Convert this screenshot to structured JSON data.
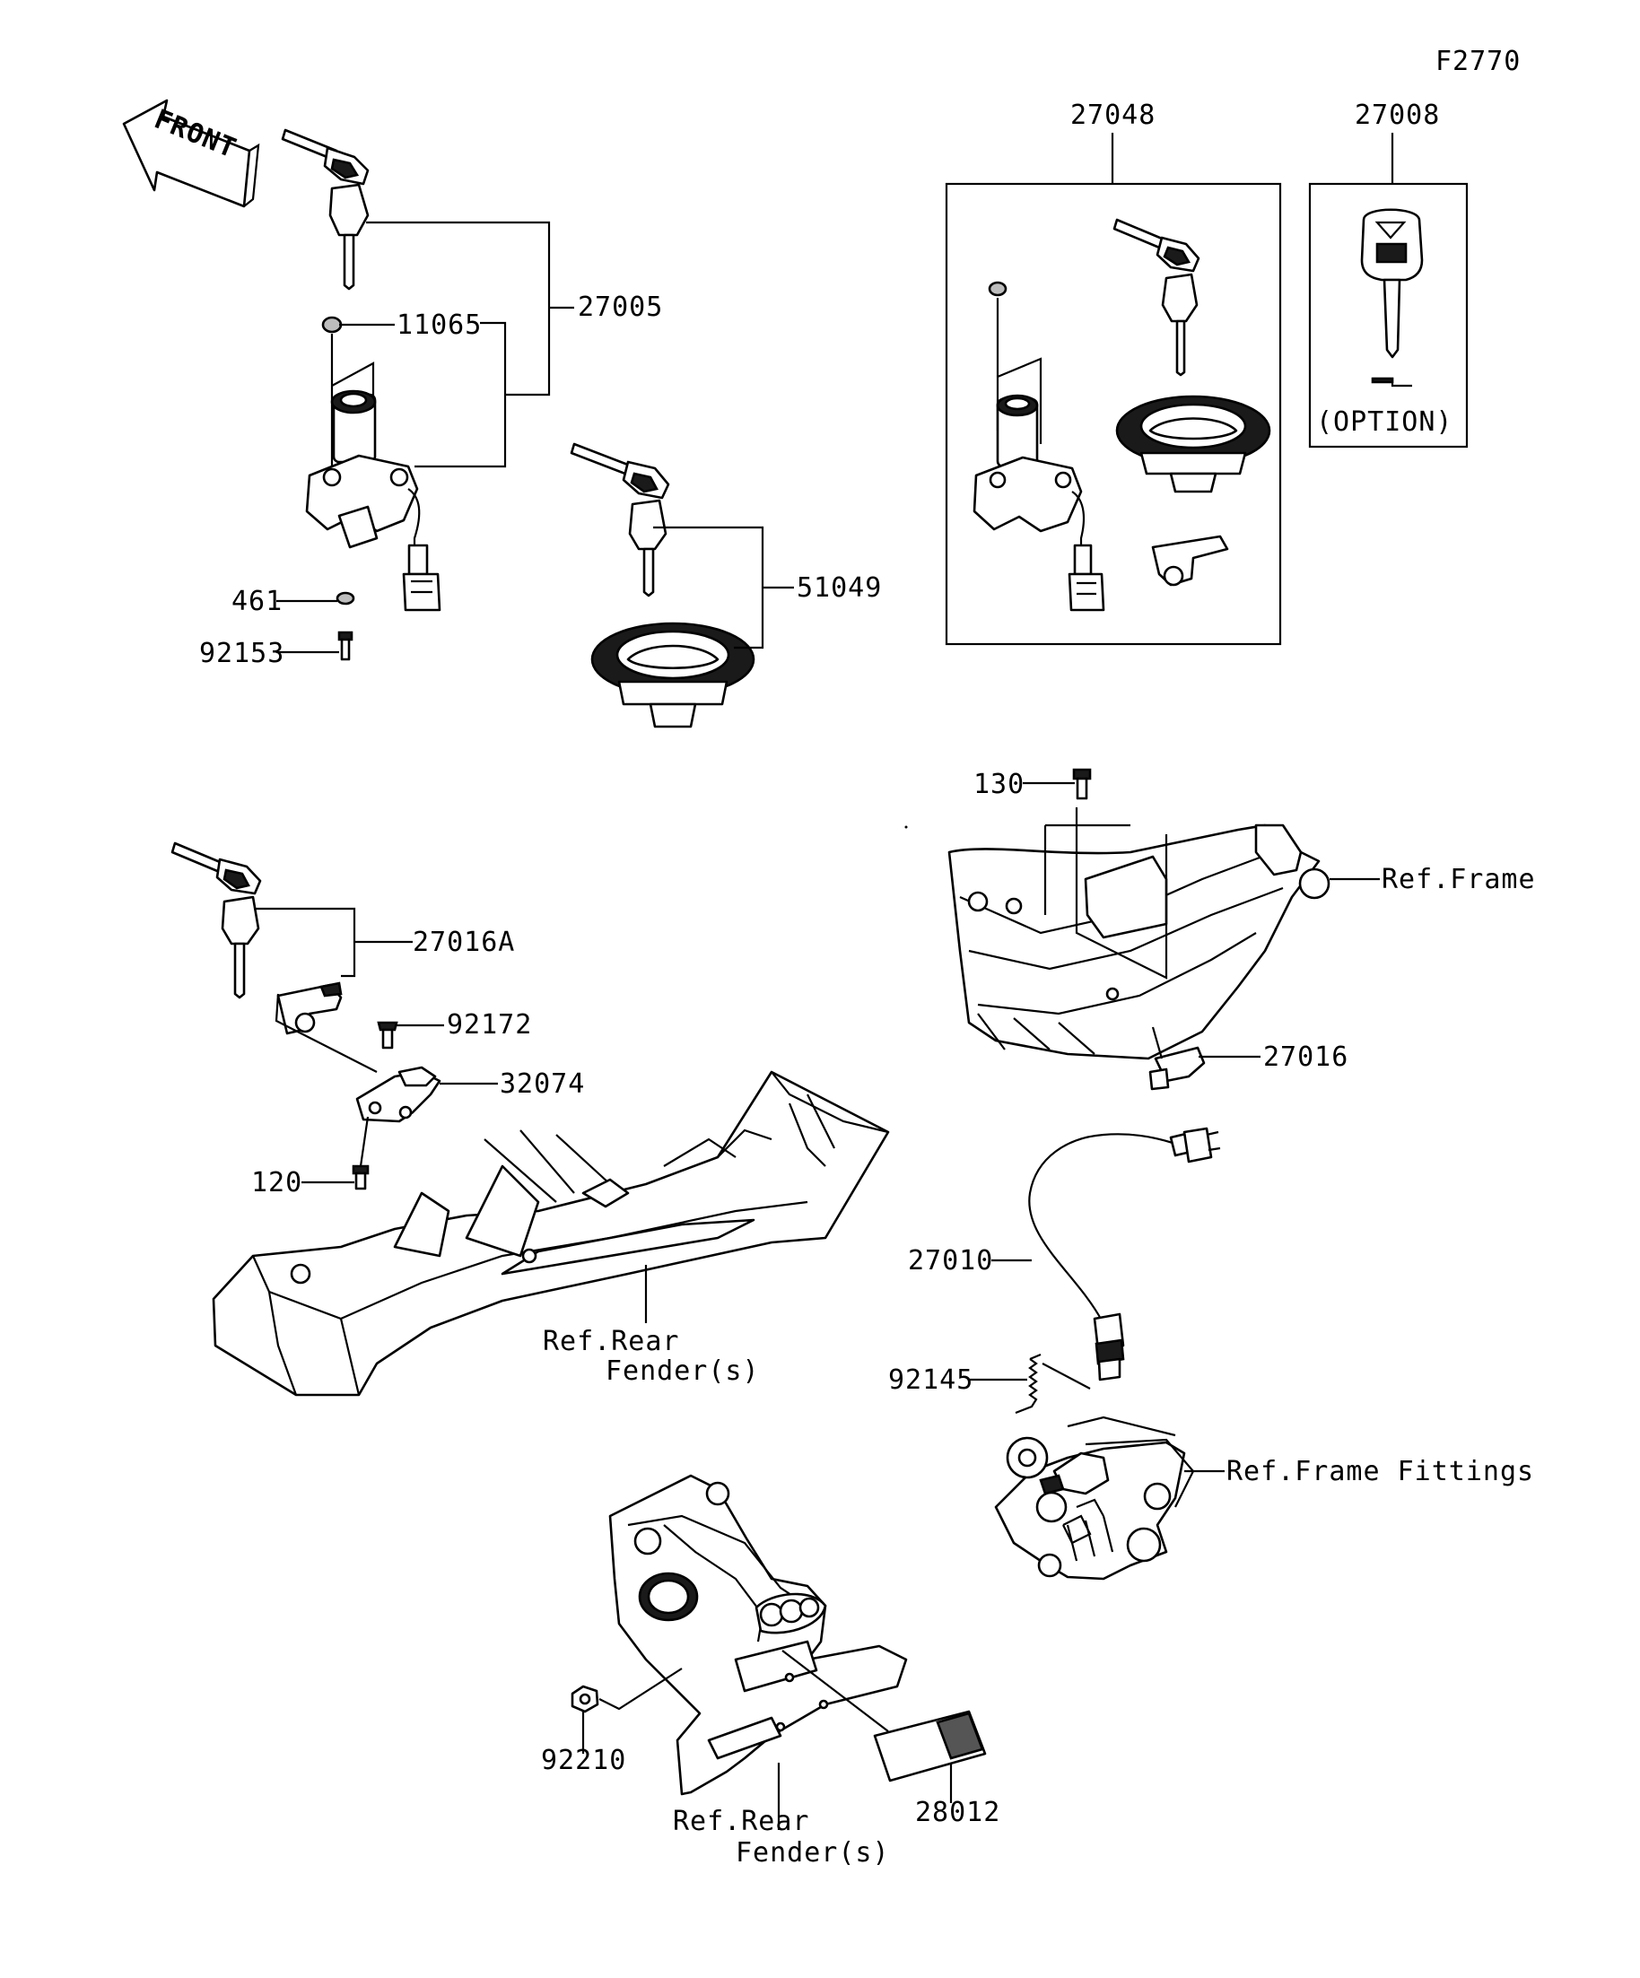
{
  "figure_id": "F2770",
  "front_label": "FRONT",
  "callouts": {
    "p27048": "27048",
    "p27008": "27008",
    "option": "(OPTION)",
    "p27005": "27005",
    "p11065": "11065",
    "p461": "461",
    "p92153": "92153",
    "p51049": "51049",
    "p130": "130",
    "ref_frame": "Ref.Frame",
    "p27016": "27016",
    "p27016a": "27016A",
    "p92172": "92172",
    "p32074": "32074",
    "p120": "120",
    "ref_rear_fender_1a": "Ref.Rear",
    "ref_rear_fender_1b": "Fender(s)",
    "p27010": "27010",
    "p92145": "92145",
    "ref_frame_fittings": "Ref.Frame Fittings",
    "p92210": "92210",
    "ref_rear_fender_2a": "Ref.Rear",
    "ref_rear_fender_2b": "Fender(s)",
    "p28012": "28012"
  }
}
